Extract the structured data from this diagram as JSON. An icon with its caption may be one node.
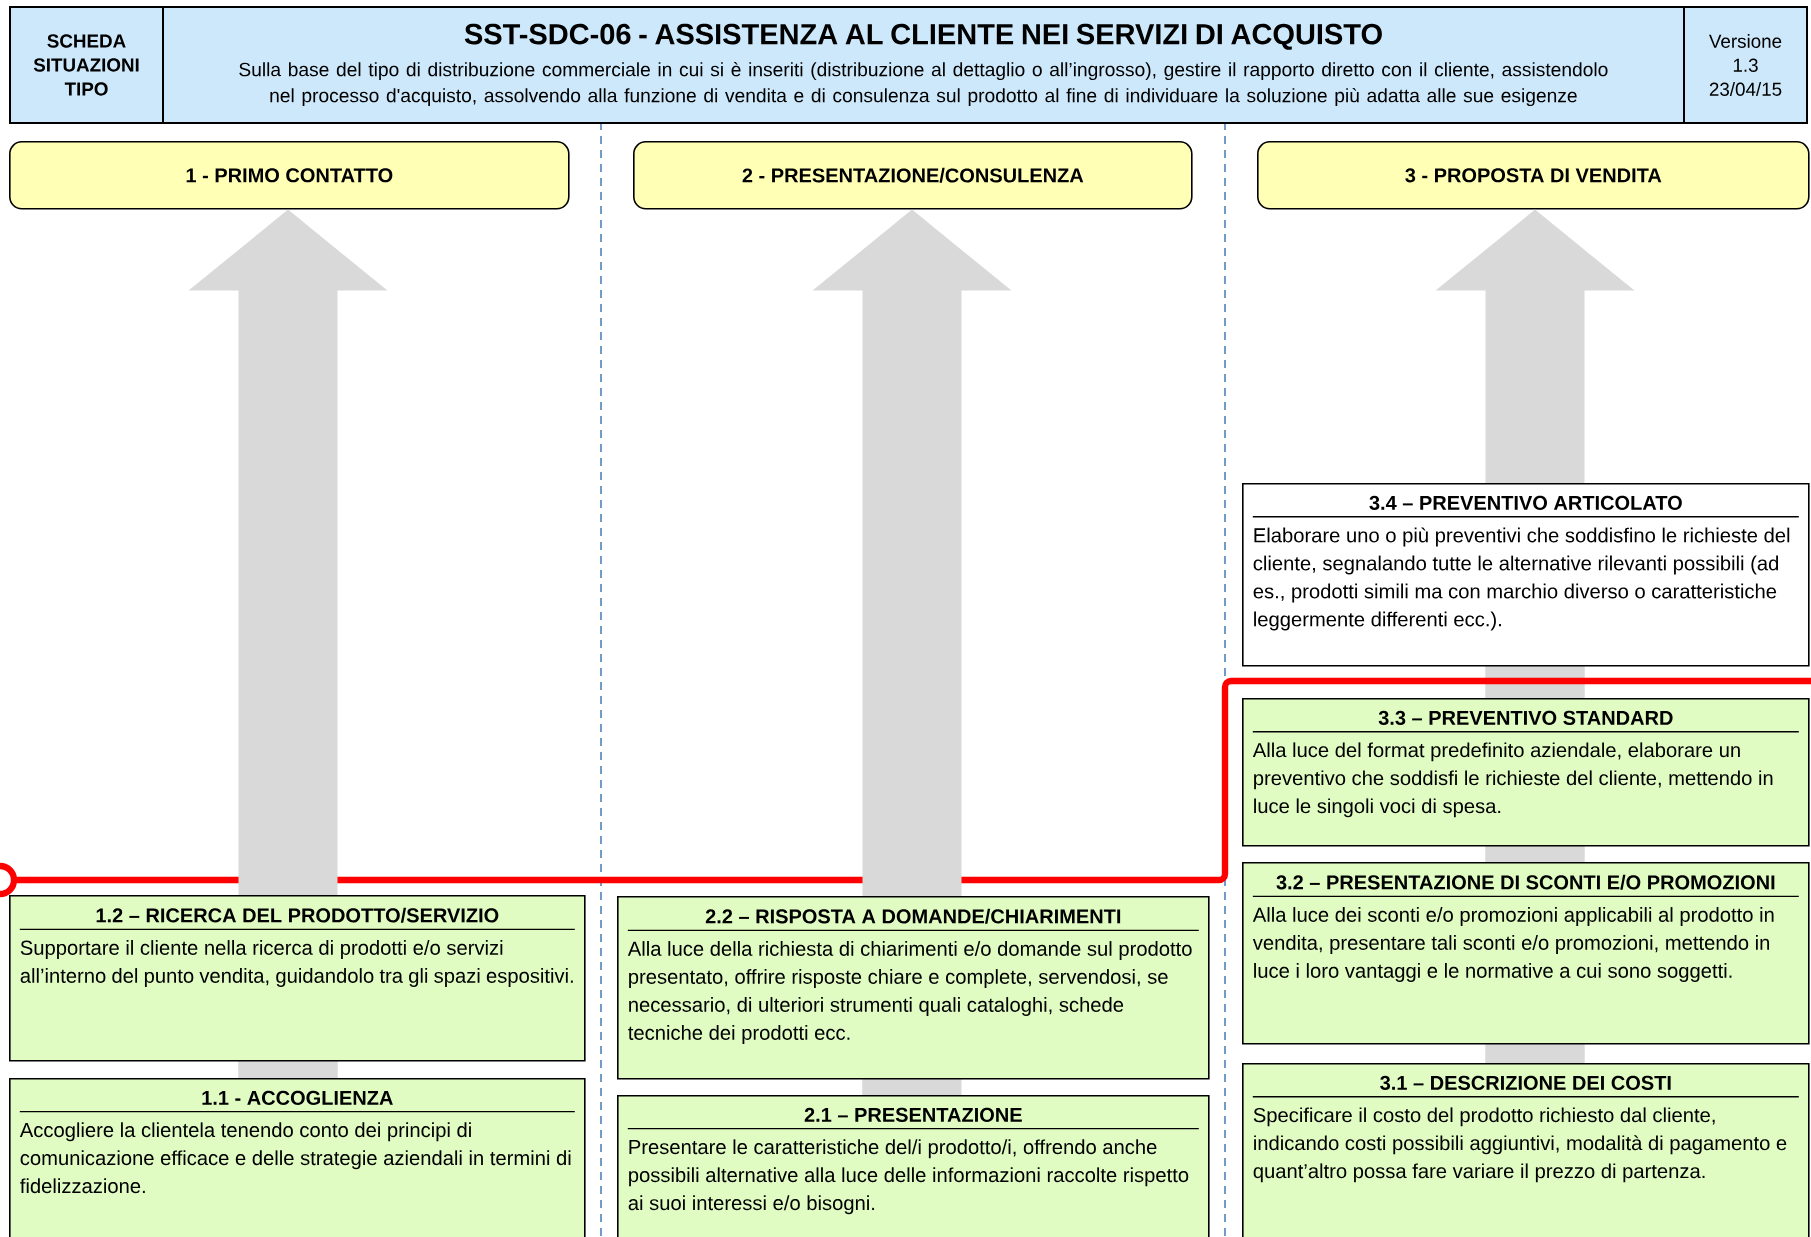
{
  "diagram": {
    "nodes": [
      {
        "text": [
          "SCHEDA SITUAZIONI TIPO"
        ]
      },
      {
        "text": [
          "SST-SDC-06  -  ASSISTENZA AL CLIENTE NEI SERVIZI DI ACQUISTO",
          "Sulla base del tipo di distribuzione commerciale in cui si è inseriti (distribuzione al dettaglio o all’ingrosso), gestire il rapporto diretto con il cliente, assistendolo nel processo d'acquisto, assolvendo alla funzione di vendita e di consulenza sul prodotto al fine di individuare la soluzione più adatta alle sue esigenze"
        ]
      },
      {
        "text": [
          "Versione 1.3 23/04/15"
        ]
      },
      {
        "text": [
          "1 - PRIMO CONTATTO"
        ]
      },
      {
        "text": [
          "2 - PRESENTAZIONE/CONSULENZA"
        ]
      },
      {
        "text": [
          "3 - PROPOSTA DI VENDITA"
        ]
      },
      {
        "text": [
          "3.4 – PREVENTIVO ARTICOLATO",
          "Elaborare uno o più preventivi che soddisfino le richieste del cliente, segnalando tutte le alternative rilevanti possibili (ad es., prodotti simili ma con marchio diverso o caratteristiche leggermente differenti ecc.)."
        ]
      },
      {
        "text": [
          "3.3 – PREVENTIVO STANDARD",
          "Alla luce del format predefinito aziendale, elaborare un preventivo che soddisfi le richieste del cliente, mettendo in luce le singoli voci di spesa."
        ]
      },
      {
        "text": [
          "1.2 – RICERCA DEL PRODOTTO/SERVIZIO",
          "Supportare il cliente nella ricerca di prodotti e/o servizi all’interno del punto vendita, guidandolo tra gli spazi espositivi."
        ]
      },
      {
        "text": [
          "2.2 – RISPOSTA A DOMANDE/CHIARIMENTI",
          "Alla luce della richiesta di chiarimenti e/o domande sul prodotto presentato, offrire risposte chiare e complete, servendosi, se necessario, di ulteriori strumenti quali cataloghi, schede tecniche dei prodotti ecc."
        ]
      },
      {
        "text": [
          "3.2 – PRESENTAZIONE DI SCONTI E/O PROMOZIONI",
          "Alla luce dei sconti e/o promozioni applicabili al prodotto in vendita, presentare tali sconti e/o promozioni, mettendo in luce i loro vantaggi e le normative a cui sono soggetti."
        ]
      },
      {
        "text": [
          "1.1 - ACCOGLIENZA",
          "Accogliere la clientela tenendo conto dei principi di comunicazione efficace e delle strategie aziendali in termini di fidelizzazione."
        ]
      },
      {
        "text": [
          "2.1 – PRESENTAZIONE",
          "Presentare le caratteristiche del/i prodotto/i, offrendo anche possibili alternative alla luce delle informazioni raccolte rispetto ai suoi interessi e/o bisogni."
        ]
      },
      {
        "text": [
          "3.1 – DESCRIZIONE DEI COSTI",
          "Specificare il costo del prodotto richiesto dal cliente, indicando costi possibili aggiuntivi, modalità di pagamento e quant’altro possa fare variare il prezzo di partenza."
        ]
      }
    ],
    "edges": [
      {
        "from": 8,
        "to": 3,
        "arrow": "to",
        "style": "thick"
      },
      {
        "from": 9,
        "to": 4,
        "arrow": "to",
        "style": "thick"
      },
      {
        "from": 6,
        "to": 5,
        "arrow": "to",
        "style": "thick"
      }
    ]
  }
}
